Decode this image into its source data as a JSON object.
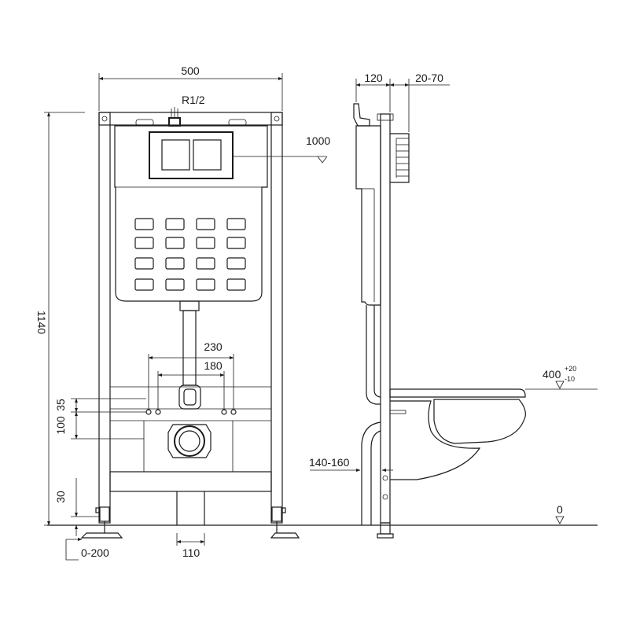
{
  "front_view": {
    "width_label": "500",
    "height_label": "1140",
    "inlet_label": "R1/2",
    "actuator_height_label": "1000",
    "outer_bolt_spacing_label": "230",
    "inner_bolt_spacing_label": "180",
    "bolt_offset_label": "35",
    "bolt_vertical_label": "100",
    "foot_height_label": "30",
    "foot_adjust_label": "0-200",
    "drain_width_label": "110"
  },
  "side_view": {
    "depth_label": "120",
    "wall_range_label": "20-70",
    "seat_height_label": "400",
    "seat_tol_plus": "+20",
    "seat_tol_minus": "-10",
    "drain_offset_label": "140-160",
    "floor_label": "0"
  }
}
